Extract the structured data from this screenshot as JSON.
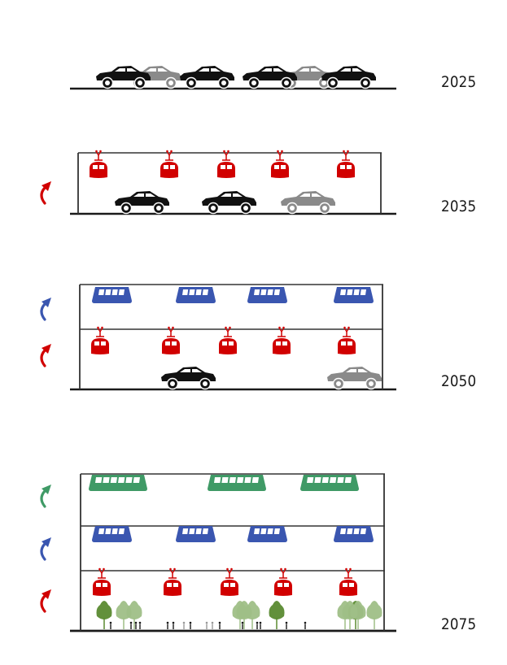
{
  "colors": {
    "ground": "#1a1a1a",
    "frame": "#333333",
    "car_dark": "#111111",
    "car_grey": "#8a8a8a",
    "gondola": "#d10000",
    "blue_cabin": "#3a56b0",
    "green_cabin": "#3f9a66",
    "tree_dark": "#5a8a30",
    "tree_light": "#9fbf87",
    "person_dark": "#1a1a1a",
    "person_grey": "#999999"
  },
  "stages": [
    {
      "year": "2025",
      "levels": [],
      "ground": {
        "cars": [
          {
            "tone": "dark"
          },
          {
            "tone": "grey"
          },
          {
            "tone": "dark"
          },
          {
            "tone": "dark"
          },
          {
            "tone": "grey"
          },
          {
            "tone": "dark"
          }
        ]
      }
    },
    {
      "year": "2035",
      "levels": [
        {
          "type": "gondola",
          "arrow": "gondola",
          "count": 5
        }
      ],
      "ground": {
        "cars": [
          {
            "tone": "dark"
          },
          {
            "tone": "dark"
          },
          {
            "tone": "grey"
          }
        ]
      }
    },
    {
      "year": "2050",
      "levels": [
        {
          "type": "blue_cabin",
          "arrow": "blue_cabin",
          "count": 4
        },
        {
          "type": "gondola",
          "arrow": "gondola",
          "count": 5
        }
      ],
      "ground": {
        "cars": [
          {
            "tone": "dark"
          },
          {
            "tone": "grey"
          }
        ]
      }
    },
    {
      "year": "2075",
      "levels": [
        {
          "type": "green_cabin",
          "arrow": "green_cabin",
          "count": 3
        },
        {
          "type": "blue_cabin",
          "arrow": "blue_cabin",
          "count": 4
        },
        {
          "type": "gondola",
          "arrow": "gondola",
          "count": 5
        }
      ],
      "ground": {
        "trees": 12,
        "people": 16
      }
    }
  ]
}
